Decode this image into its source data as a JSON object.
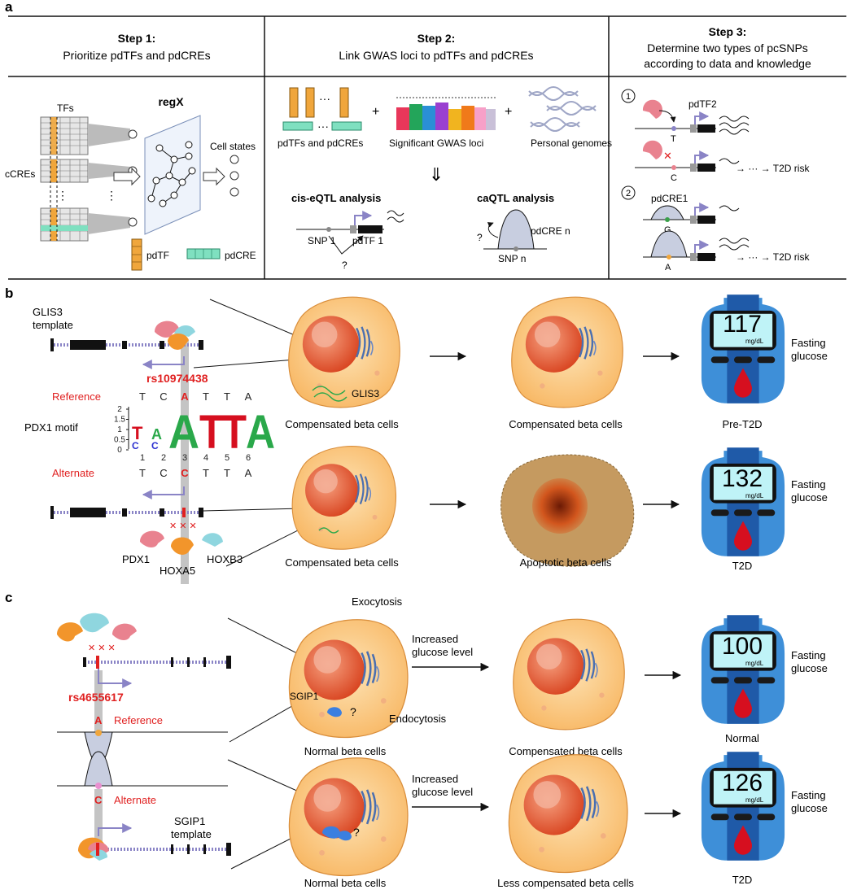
{
  "panel_labels": {
    "a": "a",
    "b": "b",
    "c": "c"
  },
  "panel_a": {
    "step1": {
      "title": "Step 1:",
      "subtitle": "Prioritize pdTFs and pdCREs",
      "regx": "regX",
      "tfs": "TFs",
      "ccres": "cCREs",
      "cell_states": "Cell states",
      "legend_pdtf": "pdTF",
      "legend_pdcre": "pdCRE"
    },
    "step2": {
      "title": "Step 2:",
      "subtitle": "Link GWAS loci to pdTFs and pdCREs",
      "pdtfs_pdcres": "pdTFs and pdCREs",
      "gwas": "Significant GWAS loci",
      "genomes": "Personal genomes",
      "ciseqtl": "cis-eQTL analysis",
      "caqtl": "caQTL analysis",
      "snp1": "SNP 1",
      "pdtf1": "pdTF 1",
      "pdcren": "pdCRE n",
      "snpn": "SNP n",
      "question": "?"
    },
    "step3": {
      "title": "Step 3:",
      "subtitle1": "Determine two types of pcSNPs",
      "subtitle2": "according to data and knowledge",
      "num1": "1",
      "num2": "2",
      "pdtf2": "pdTF2",
      "pdcre1": "pdCRE1",
      "allele_t": "T",
      "allele_c": "C",
      "allele_g": "G",
      "allele_a": "A",
      "risk1": "→ ··· → T2D risk",
      "risk2": "→ ··· → T2D risk"
    }
  },
  "panel_b": {
    "glis3_template": "GLIS3",
    "glis3_template2": "template",
    "rsid": "rs10974438",
    "reference": "Reference",
    "alternate": "Alternate",
    "ref_seq": [
      "T",
      "C",
      "A",
      "T",
      "T",
      "A"
    ],
    "alt_seq": [
      "T",
      "C",
      "C",
      "T",
      "T",
      "A"
    ],
    "motif_label": "PDX1 motif",
    "motif_yticks": [
      "2",
      "1.5",
      "1",
      "0.5",
      "0"
    ],
    "motif_positions": [
      "1",
      "2",
      "3",
      "4",
      "5",
      "6"
    ],
    "tf_pdx1": "PDX1",
    "tf_hoxa5": "HOXA5",
    "tf_hoxb3": "HOXB3",
    "gene_glis3": "GLIS3",
    "cell1": "Compensated beta cells",
    "cell2": "Compensated beta cells",
    "cell3": "Compensated beta cells",
    "cell4": "Apoptotic beta cells",
    "meter1_value": "117",
    "meter2_value": "132",
    "unit": "mg/dL",
    "fasting1": "Fasting",
    "fasting2": "glucose",
    "status1": "Pre-T2D",
    "status2": "T2D"
  },
  "panel_c": {
    "rsid": "rs4655617",
    "allele_a": "A",
    "allele_c": "C",
    "reference": "Reference",
    "alternate": "Alternate",
    "sgip1_template": "SGIP1",
    "sgip1_template2": "template",
    "exocytosis": "Exocytosis",
    "endocytosis": "Endocytosis",
    "gene_sgip1": "SGIP1",
    "question": "?",
    "increased1": "Increased",
    "increased2": "glucose level",
    "cell1": "Normal beta cells",
    "cell2": "Compensated beta cells",
    "cell3": "Normal beta cells",
    "cell4": "Less compensated beta cells",
    "meter1_value": "100",
    "meter2_value": "126",
    "unit": "mg/dL",
    "fasting1": "Fasting",
    "fasting2": "glucose",
    "status1": "Normal",
    "status2": "T2D"
  },
  "colors": {
    "pdtf": "#f0a63c",
    "pdcre": "#7fe0c0",
    "cell": "#fbbf6a",
    "nucleus": "#e0562e",
    "meter_blue": "#3e8fd8",
    "meter_dark": "#1f5aa8",
    "meter_screen": "#bff3f7",
    "red_text": "#e02020",
    "arrow_purple": "#8a84c6",
    "pdx1": "#e9828f",
    "hoxa5": "#f2952b",
    "hoxb3": "#8fd6df"
  }
}
